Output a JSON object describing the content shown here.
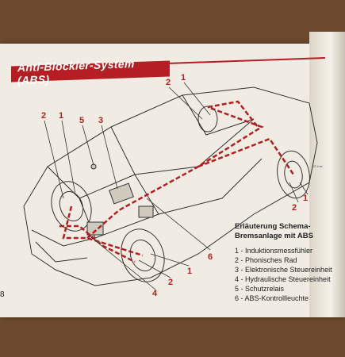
{
  "header": {
    "title": "Anti-Blockier-System (ABS)"
  },
  "page_number": "8",
  "ref_code": "ST-Inst",
  "callouts": {
    "front_left_2": "2",
    "front_left_1": "1",
    "relay_5": "5",
    "abs_light_3": "3",
    "rear_2": "2",
    "rear_1": "1",
    "right_rear_2": "2",
    "hydraulic_6": "6",
    "front_right_1": "1",
    "front_right_2": "2",
    "hydraulic_4": "4"
  },
  "legend": {
    "title": "Erläuterung Schema-Bremsanlage mit ABS",
    "items": [
      "1 - Induktionsmessfühler",
      "2 - Phonisches Rad",
      "3 - Elektronische Steuereinheit",
      "4 - Hydraulische Steuereinheit",
      "5 - Schutzrelais",
      "6 - ABS-Kontrollleuchte"
    ]
  },
  "colors": {
    "accent": "#b51f23",
    "ink": "#222222",
    "paper": "#f1ece3"
  }
}
